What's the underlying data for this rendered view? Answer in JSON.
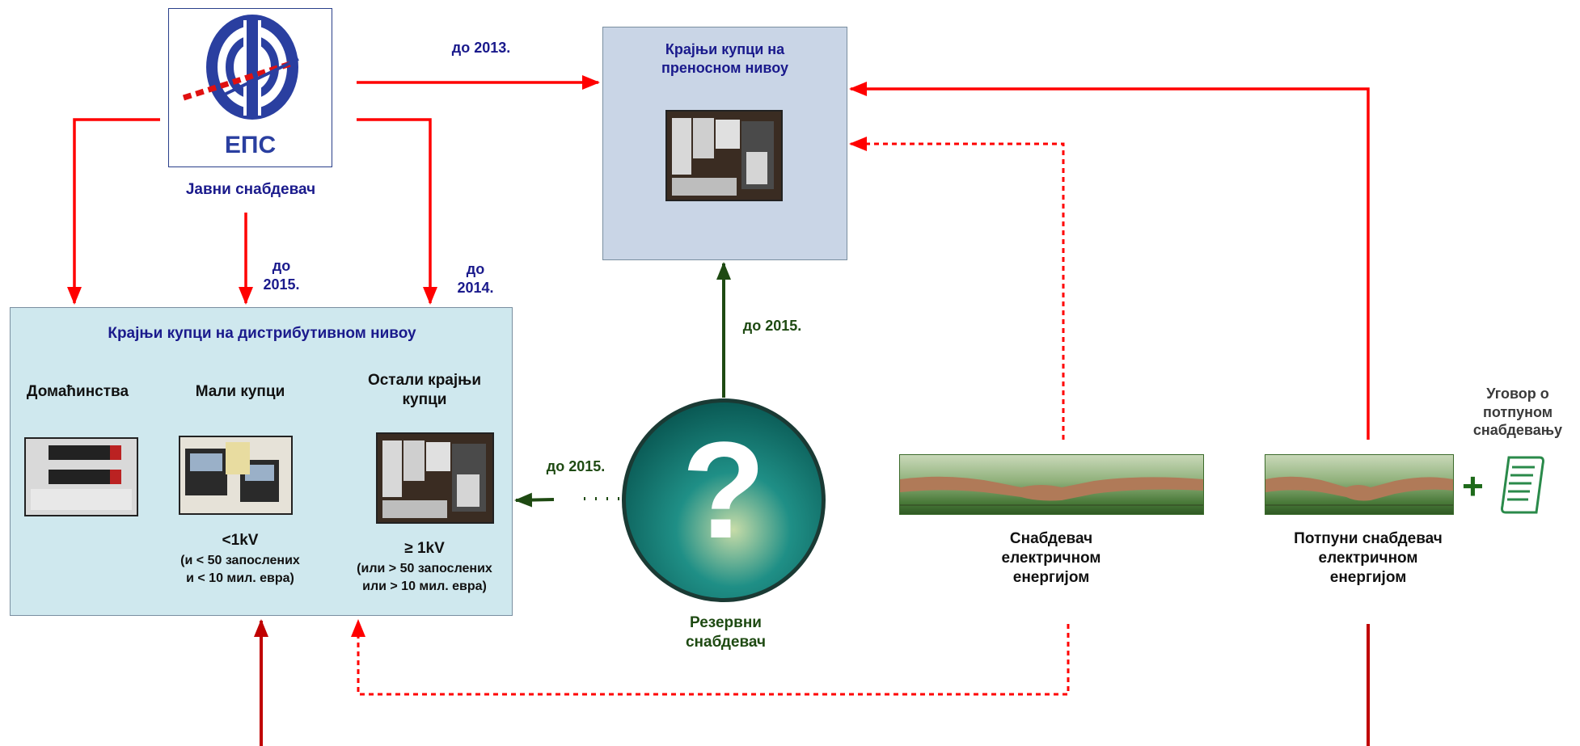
{
  "colors": {
    "arrow_red": "#ff0000",
    "arrow_darkred": "#c00000",
    "arrow_green": "#1e4a12",
    "text_blue": "#1a1a8c",
    "dist_box_fill": "#cfe8ee",
    "trans_box_fill": "#c9d5e6"
  },
  "public_supplier": {
    "logo_text": "ЕПС",
    "label": "Јавни снабдевач"
  },
  "transmission": {
    "title": "Крајњи купци на преносном нивоу"
  },
  "distribution": {
    "title": "Крајњи купци на дистрибутивном нивоу",
    "households": "Домаћинства",
    "small": "Мали купци",
    "small_cond1": "<1kV",
    "small_cond2": "(и < 50 запослених",
    "small_cond3": "и < 10 мил. евра)",
    "other": "Остали крајњи купци",
    "other_cond1": "≥ 1kV",
    "other_cond2": "(или > 50 запослених",
    "other_cond3": "или > 10 мил. евра)"
  },
  "deadlines": {
    "to_2013": "до 2013.",
    "to_2015_center": "до 2015.",
    "to_2014": "до 2014.",
    "to_2015_reserve_up": "до 2015.",
    "to_2015_reserve_left": "до 2015."
  },
  "reserve": {
    "symbol": "?",
    "label": "Резервни снабдевач"
  },
  "supplier": {
    "label": "Снабдевач електричном енергијом"
  },
  "full_supplier": {
    "label": "Потпуни снабдевач електричном енергијом",
    "contract": "Уговор о потпуном снабдевању",
    "plus": "+"
  }
}
